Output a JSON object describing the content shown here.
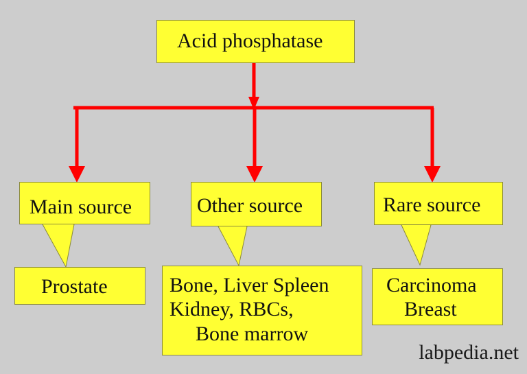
{
  "diagram": {
    "title": "Acid phosphatase",
    "categories": [
      {
        "label": "Main source",
        "detail_lines": [
          "Prostate"
        ]
      },
      {
        "label": "Other source",
        "detail_lines": [
          "Bone, Liver Spleen",
          "Kidney, RBCs,",
          "Bone marrow"
        ]
      },
      {
        "label": "Rare source",
        "detail_lines": [
          "Carcinoma",
          "Breast"
        ]
      }
    ]
  },
  "colors": {
    "background": "#cdcdcd",
    "box_fill": "#ffff33",
    "connector": "#ff0000",
    "text": "#111111"
  },
  "watermark": "labpedia.net"
}
